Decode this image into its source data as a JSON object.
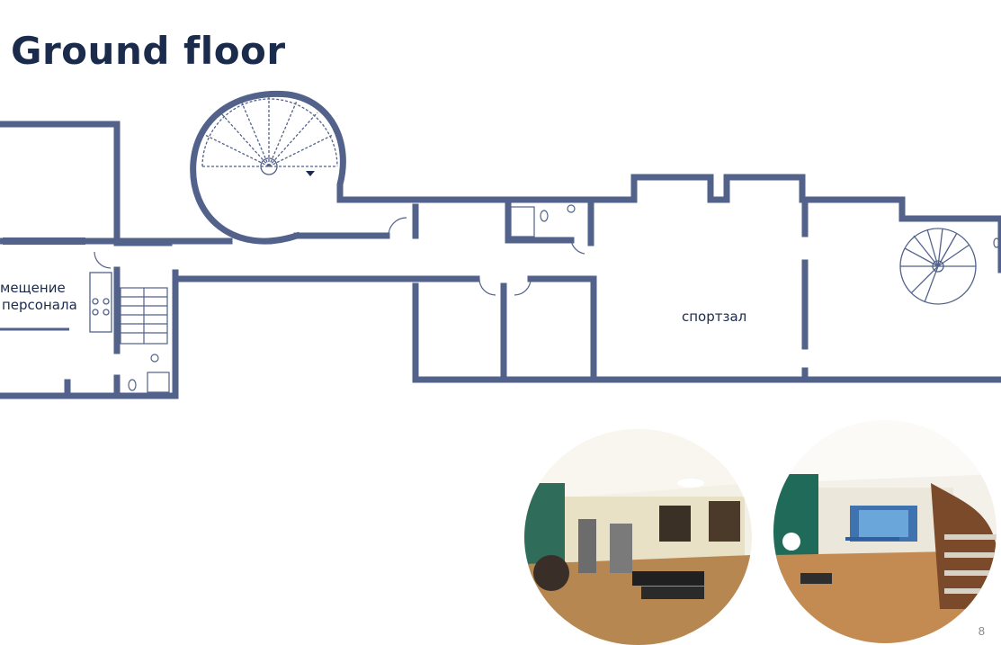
{
  "slide": {
    "title": "Ground floor",
    "page_number": "8",
    "colors": {
      "title": "#1b2b4b",
      "walls": "#52628a",
      "fixtures": "#7a86a6"
    }
  },
  "floor_plan": {
    "rooms": [
      {
        "label_line1": "мещение",
        "label_line2": "персонала"
      },
      {
        "label": "спортзал"
      }
    ],
    "icons": [
      "spiral-staircase-icon",
      "straight-staircase-icon",
      "stove-icon",
      "toilet-icon",
      "shower-icon",
      "sink-icon"
    ]
  },
  "photos": [
    {
      "subject": "gym-interior-photo"
    },
    {
      "subject": "hall-with-staircase-photo"
    }
  ]
}
